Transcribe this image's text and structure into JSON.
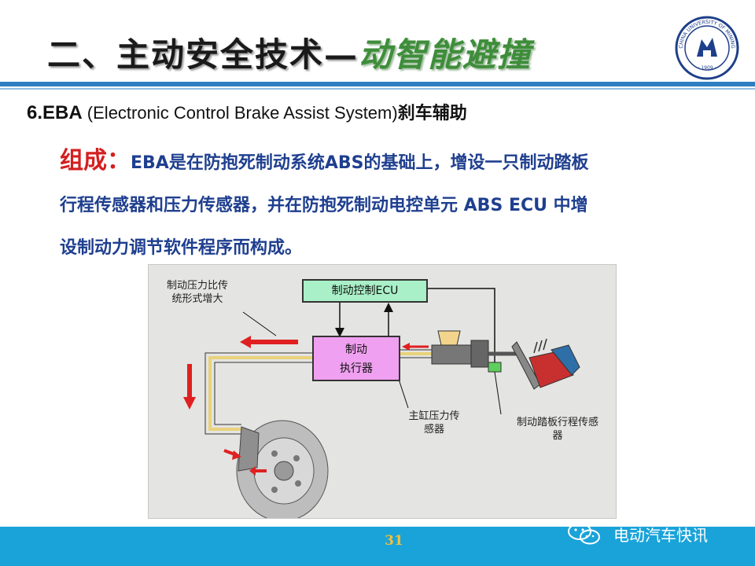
{
  "header": {
    "title_main": "二、主动安全技术—",
    "title_accent": "动智能避撞",
    "logo_text": "CHINA UNIVERSITY OF MINING"
  },
  "subtitle": {
    "number": "6.EBA",
    "english": " (Electronic Control Brake Assist System)",
    "chinese": "刹车辅助"
  },
  "body": {
    "label": "组成：",
    "line1": "EBA是在防抱死制动系统ABS的基础上，增设一只制动踏板",
    "line2": "行程传感器和压力传感器，并在防抱死制动电控单元 ABS ECU 中增",
    "line3": "设制动力调节软件程序而构成。"
  },
  "diagram": {
    "annotation_pressure_line1": "制动压力比传",
    "annotation_pressure_line2": "统形式增大",
    "ecu_label": "制动控制ECU",
    "actuator_line1": "制动",
    "actuator_line2": "执行器",
    "master_cyl_line1": "主缸压力传",
    "master_cyl_line2": "感器",
    "pedal_sensor_line1": "制动踏板行程传感",
    "pedal_sensor_line2": "器",
    "colors": {
      "ecu_fill": "#a9efc7",
      "actuator_fill": "#f0a0f0",
      "sensor_fill": "#5ecf5e",
      "arrow_red": "#e02020",
      "brake_line": "#e9d27a"
    }
  },
  "footer": {
    "page_number": "31",
    "watermark": "电动汽车快讯"
  },
  "theme": {
    "header_rule": "#2e7fc1",
    "footer_bar": "#1aa3d9",
    "body_text": "#1f3f8f",
    "label_red": "#d32020"
  }
}
